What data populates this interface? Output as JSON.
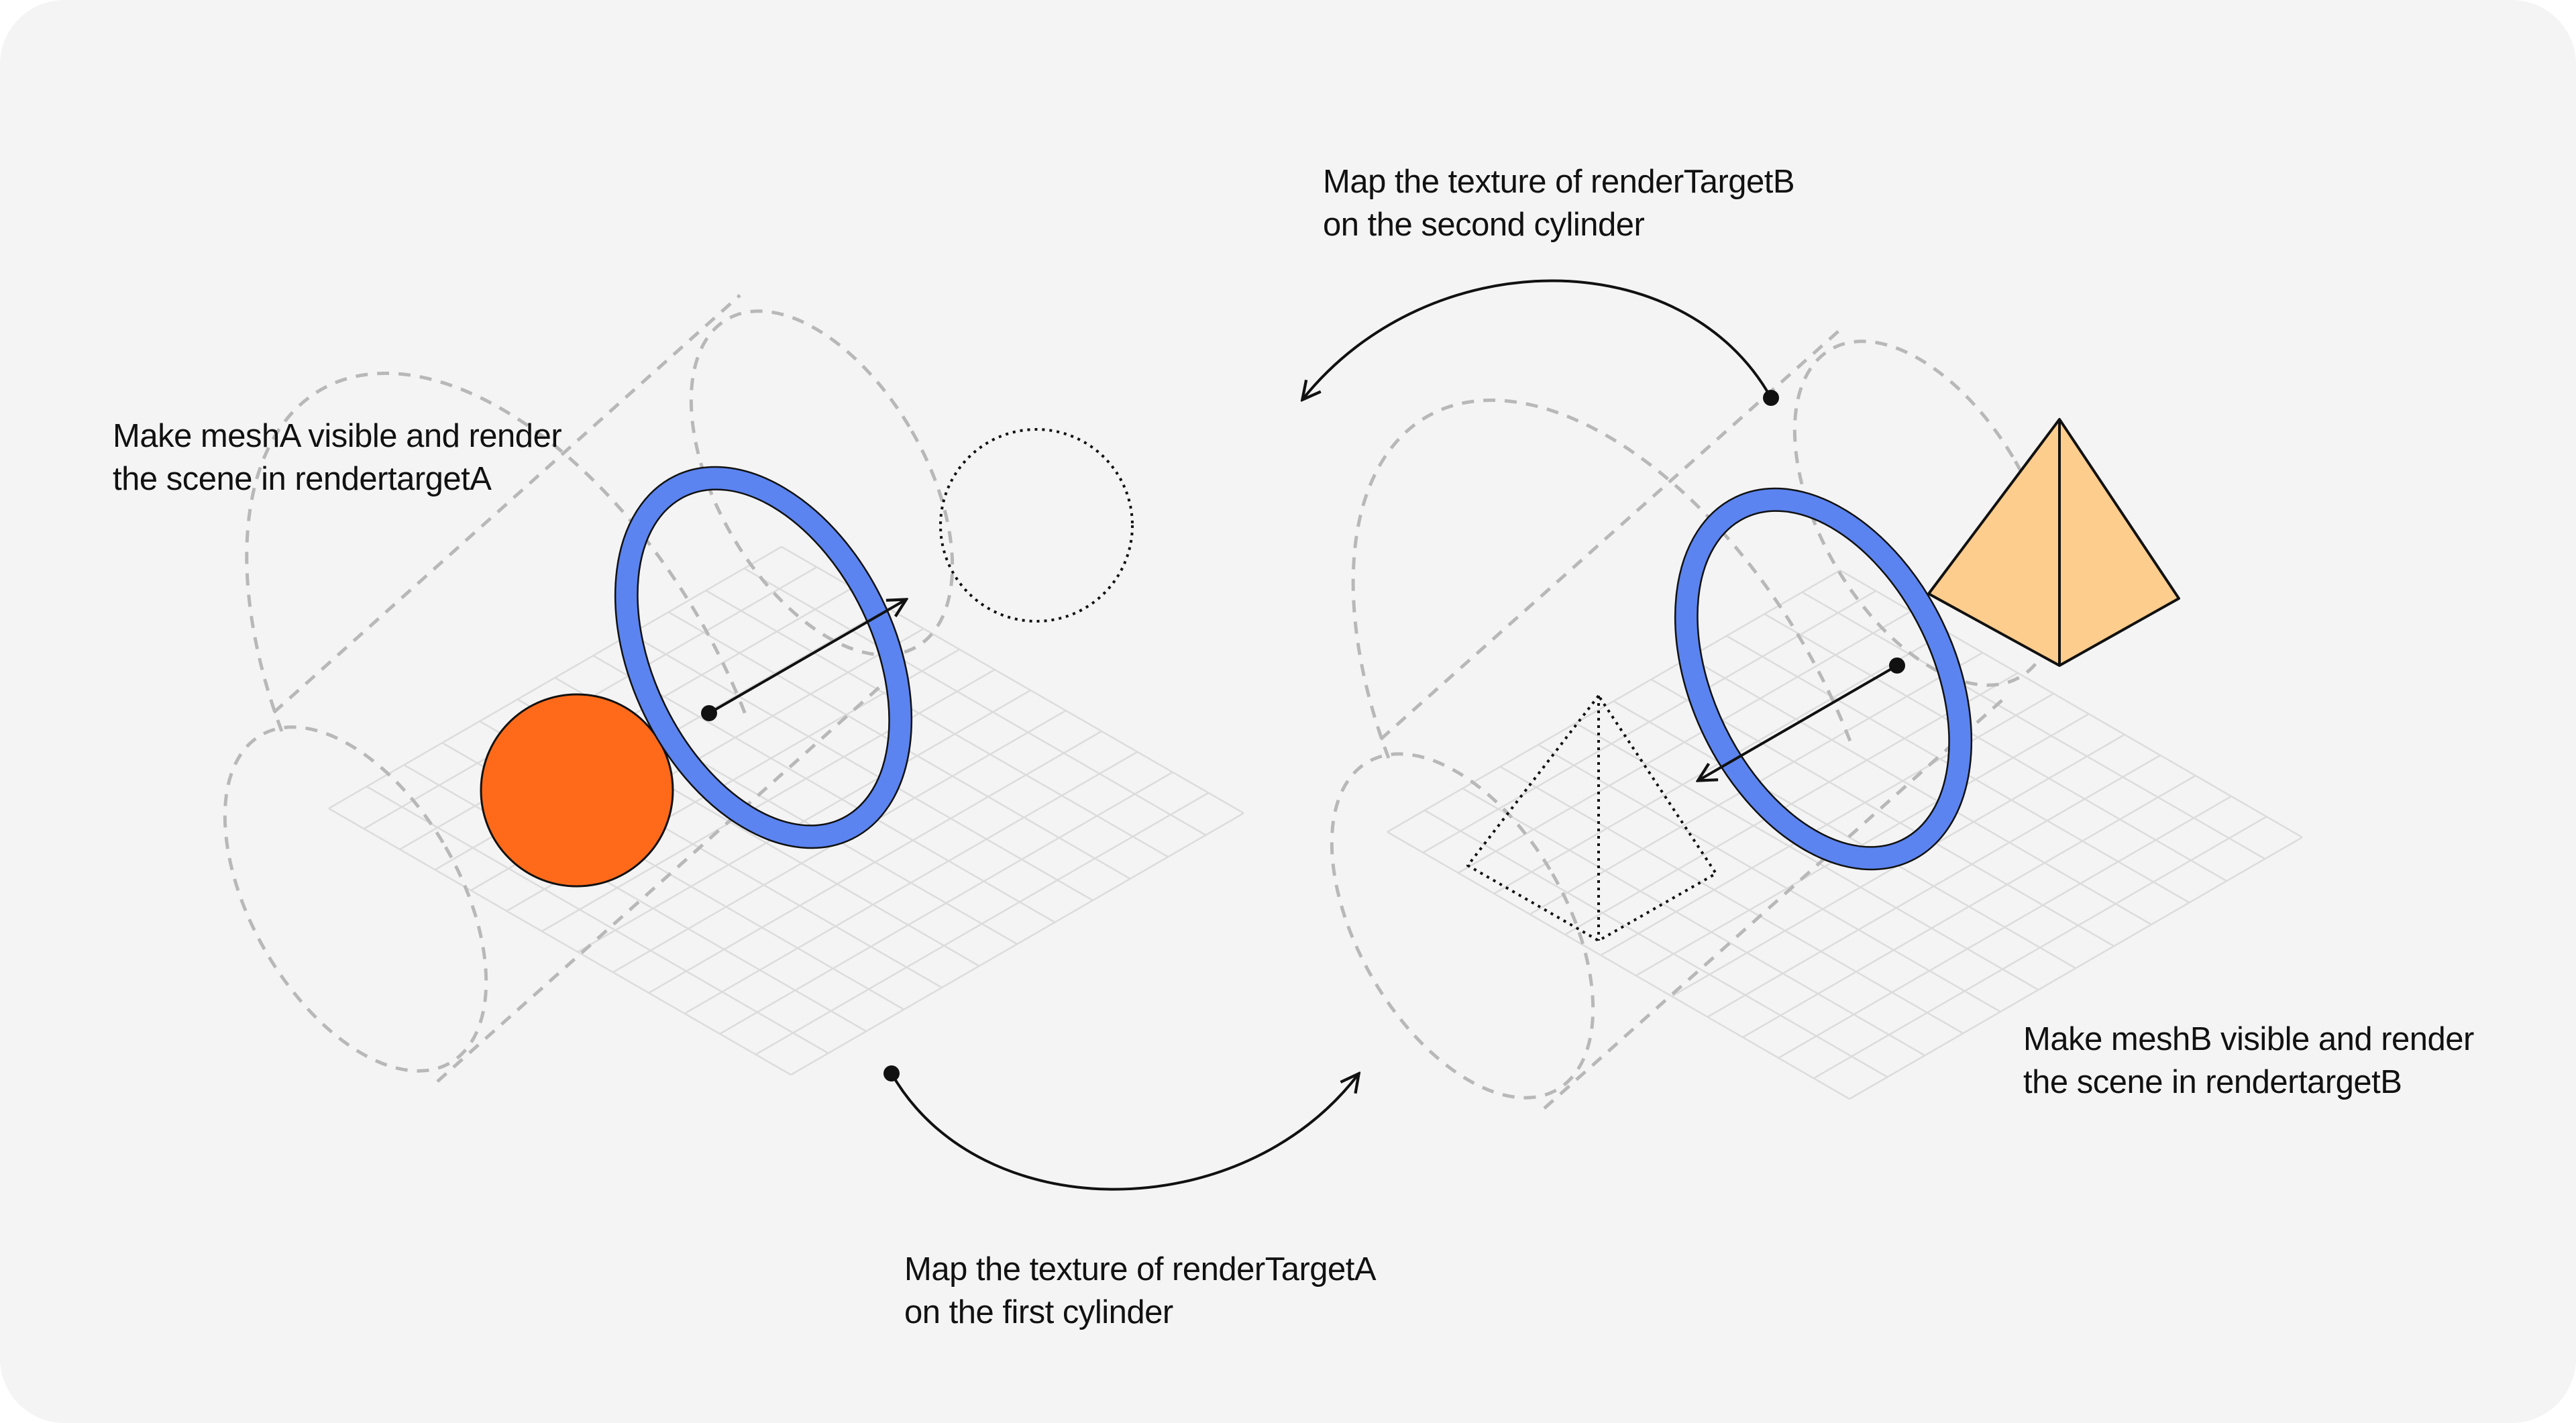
{
  "annotations": {
    "mesh_a": {
      "line1": "Make meshA visible and render",
      "line2": "the scene in rendertargetA"
    },
    "mesh_b": {
      "line1": "Make meshB visible and render",
      "line2": "the scene in rendertargetB"
    },
    "texture_a": {
      "line1": "Map the texture of renderTargetA",
      "line2": "on the first cylinder"
    },
    "texture_b": {
      "line1": "Map the texture of renderTargetB",
      "line2": "on the second cylinder"
    }
  },
  "colors": {
    "background": "#f4f4f4",
    "ring": "#5b84f0",
    "sphere": "#ff6a1a",
    "pyramid": "#fdcd8d",
    "cylinder_outline": "#b8b8b8",
    "grid": "#dcdcdc",
    "ink": "#111111"
  }
}
